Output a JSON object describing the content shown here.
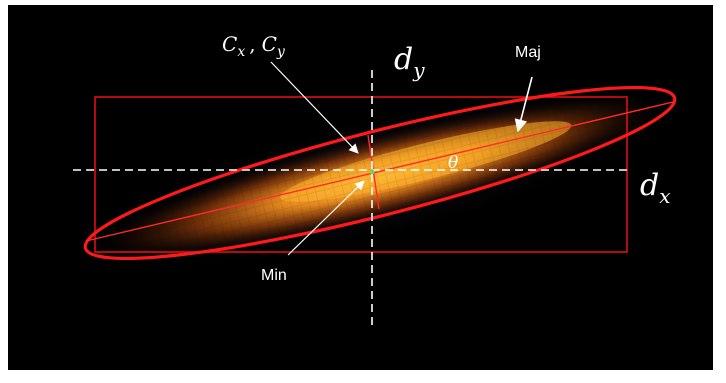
{
  "diagram": {
    "labels": {
      "centroid_x": "C",
      "centroid_x_sub": "x",
      "centroid_sep": ",",
      "centroid_y": "C",
      "centroid_y_sub": "y",
      "dy_main": "d",
      "dy_sub": "y",
      "dx_main": "d",
      "dx_sub": "x",
      "major": "Maj",
      "minor": "Min",
      "angle": "θ"
    },
    "colors": {
      "background": "#000000",
      "ellipse": "#ff1a1a",
      "bounding_box": "#e01010",
      "axes_dashed": "#ffffff",
      "arrows": "#ffffff",
      "blob_core": "#ffb020",
      "blob_edge": "#8a2a00"
    }
  }
}
